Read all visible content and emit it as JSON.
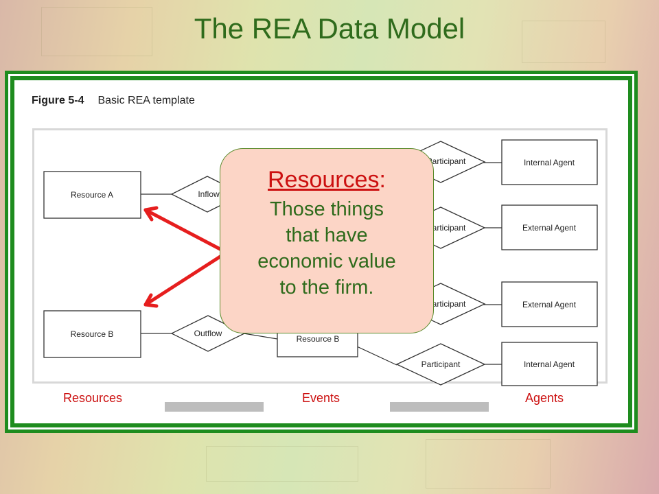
{
  "slide": {
    "title": "The REA Data Model"
  },
  "figure": {
    "number": "Figure 5-4",
    "caption": "Basic REA template"
  },
  "diagram": {
    "resources": [
      "Resource A",
      "Resource B"
    ],
    "events": [
      "Inflow",
      "Outflow",
      "Resource B"
    ],
    "participants": [
      "Participant",
      "Participant",
      "Participant",
      "Participant"
    ],
    "agents": [
      "Internal Agent",
      "External Agent",
      "External Agent",
      "Internal Agent"
    ]
  },
  "callout": {
    "term": "Resources",
    "colon": ":",
    "lines": [
      "Those things",
      "that have",
      "economic value",
      "to the firm."
    ]
  },
  "columns": {
    "resources": "Resources",
    "events": "Events",
    "agents": "Agents"
  },
  "colors": {
    "title": "#2f6b1c",
    "frame": "#1e8c1e",
    "accent_red": "#e61e1e",
    "callout_bg": "#fcd5c6"
  }
}
